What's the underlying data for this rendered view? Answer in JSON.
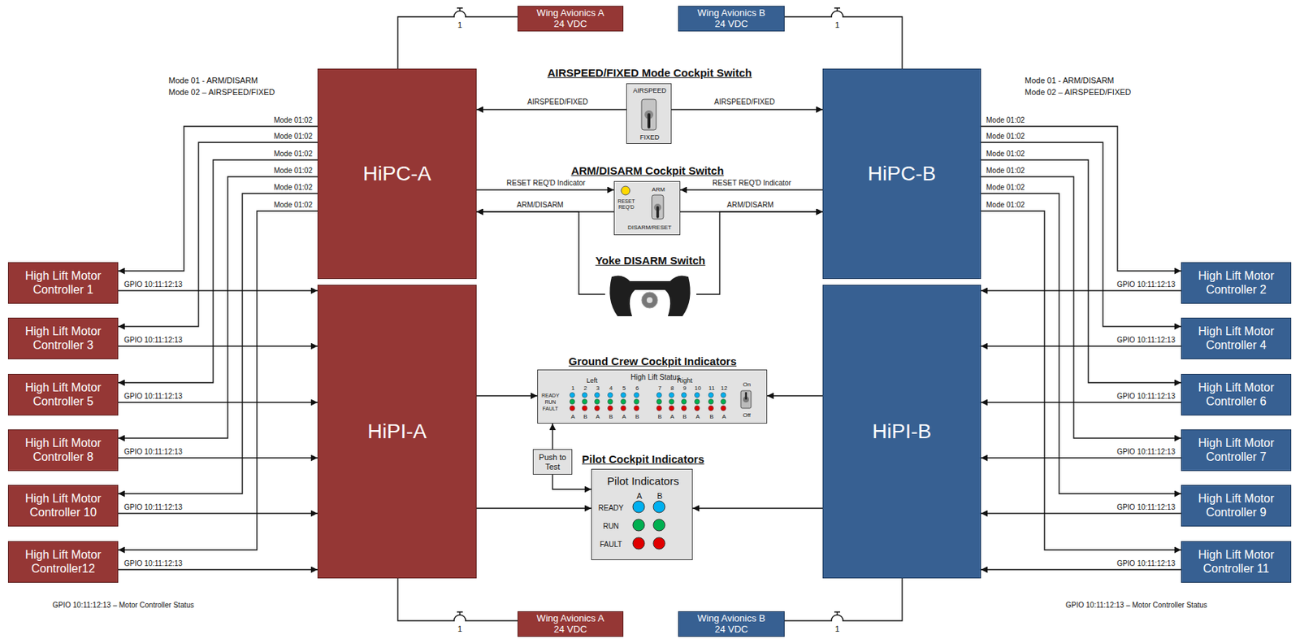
{
  "diagram": {
    "nodes": [
      {
        "text": [
          "Wing Avionics A 24 VDC"
        ]
      },
      {
        "text": [
          "Wing Avionics B 24 VDC"
        ]
      },
      {
        "text": [
          "HiPC-A"
        ]
      },
      {
        "text": [
          "AIRSPEED/FIXED Mode Cockpit Switch",
          "AIRSPEED",
          "FIXED"
        ]
      },
      {
        "text": [
          "HiPC-B"
        ]
      },
      {
        "text": [
          "ARM/DISARM Cockpit Switch",
          "RESET REQ'D",
          "ARM",
          "DISARM/RESET"
        ]
      },
      {
        "text": [
          "Yoke DISARM Switch"
        ]
      },
      {
        "text": [
          "High Lift Motor Controller 1"
        ]
      },
      {
        "text": [
          "HiPI-A"
        ]
      },
      {
        "text": [
          "HiPI-B"
        ]
      },
      {
        "text": [
          "High Lift Motor Controller 2"
        ]
      },
      {
        "text": [
          "High Lift Motor Controller 3"
        ]
      },
      {
        "text": [
          "High Lift Motor Controller 4"
        ]
      },
      {
        "text": [
          "Ground Crew Cockpit Indicators",
          "High Lift Status",
          "Left",
          "Right",
          "On",
          "Off",
          "READY",
          "RUN",
          "FAULT",
          "1",
          "2",
          "3",
          "4",
          "5",
          "6",
          "7",
          "8",
          "9",
          "10",
          "11",
          "12",
          "A",
          "B",
          "A",
          "B",
          "A",
          "B",
          "B",
          "A",
          "B",
          "A",
          "B",
          "A"
        ]
      },
      {
        "text": [
          "High Lift Motor Controller 5"
        ]
      },
      {
        "text": [
          "High Lift Motor Controller 6"
        ]
      },
      {
        "text": [
          "Push to Test"
        ]
      },
      {
        "text": [
          "Pilot Cockpit Indicators",
          "Pilot Indicators",
          "A",
          "B",
          "READY",
          "RUN",
          "FAULT"
        ]
      },
      {
        "text": [
          "High Lift Motor Controller 8"
        ]
      },
      {
        "text": [
          "High Lift Motor Controller 7"
        ]
      },
      {
        "text": [
          "High Lift Motor Controller 10"
        ]
      },
      {
        "text": [
          "High Lift Motor Controller 9"
        ]
      },
      {
        "text": [
          "High Lift Motor Controller12"
        ]
      },
      {
        "text": [
          "High Lift Motor Controller 11"
        ]
      },
      {
        "text": [
          "Wing Avionics A 24 VDC"
        ]
      },
      {
        "text": [
          "Wing Avionics B 24 VDC"
        ]
      }
    ],
    "edges": [
      {
        "from": 2,
        "to": 0,
        "arrow": "none"
      },
      {
        "from": 4,
        "to": 1,
        "arrow": "none"
      },
      {
        "from": 3,
        "to": 2,
        "label": "AIRSPEED/FIXED",
        "arrow": "to"
      },
      {
        "from": 3,
        "to": 4,
        "label": "AIRSPEED/FIXED",
        "arrow": "to"
      },
      {
        "from": 2,
        "to": 5,
        "label": "RESET REQ'D Indicator",
        "arrow": "to"
      },
      {
        "from": 4,
        "to": 5,
        "label": "RESET REQ'D Indicator",
        "arrow": "to"
      },
      {
        "from": 5,
        "to": 2,
        "label": "ARM/DISARM",
        "arrow": "to"
      },
      {
        "from": 5,
        "to": 4,
        "label": "ARM/DISARM",
        "arrow": "to"
      },
      {
        "from": 6,
        "to": 2,
        "arrow": "to"
      },
      {
        "from": 6,
        "to": 4,
        "arrow": "to"
      },
      {
        "from": 2,
        "to": 7,
        "label": "Mode 01:02",
        "arrow": "to"
      },
      {
        "from": 2,
        "to": 11,
        "label": "Mode 01:02",
        "arrow": "to"
      },
      {
        "from": 2,
        "to": 14,
        "label": "Mode 01:02",
        "arrow": "to"
      },
      {
        "from": 2,
        "to": 18,
        "label": "Mode 01:02",
        "arrow": "to"
      },
      {
        "from": 2,
        "to": 20,
        "label": "Mode 01:02",
        "arrow": "to"
      },
      {
        "from": 2,
        "to": 22,
        "label": "Mode 01:02",
        "arrow": "to"
      },
      {
        "from": 4,
        "to": 10,
        "label": "Mode 01:02",
        "arrow": "to"
      },
      {
        "from": 4,
        "to": 12,
        "label": "Mode 01:02",
        "arrow": "to"
      },
      {
        "from": 4,
        "to": 15,
        "label": "Mode 01:02",
        "arrow": "to"
      },
      {
        "from": 4,
        "to": 19,
        "label": "Mode 01:02",
        "arrow": "to"
      },
      {
        "from": 4,
        "to": 21,
        "label": "Mode 01:02",
        "arrow": "to"
      },
      {
        "from": 4,
        "to": 23,
        "label": "Mode 01:02",
        "arrow": "to"
      },
      {
        "from": 7,
        "to": 8,
        "label": "GPIO 10:11:12:13",
        "arrow": "to"
      },
      {
        "from": 11,
        "to": 8,
        "label": "GPIO 10:11:12:13",
        "arrow": "to"
      },
      {
        "from": 14,
        "to": 8,
        "label": "GPIO 10:11:12:13",
        "arrow": "to"
      },
      {
        "from": 18,
        "to": 8,
        "label": "GPIO 10:11:12:13",
        "arrow": "to"
      },
      {
        "from": 20,
        "to": 8,
        "label": "GPIO 10:11:12:13",
        "arrow": "to"
      },
      {
        "from": 22,
        "to": 8,
        "label": "GPIO 10:11:12:13",
        "arrow": "to"
      },
      {
        "from": 10,
        "to": 9,
        "label": "GPIO 10:11:12:13",
        "arrow": "to"
      },
      {
        "from": 12,
        "to": 9,
        "label": "GPIO 10:11:12:13",
        "arrow": "to"
      },
      {
        "from": 15,
        "to": 9,
        "label": "GPIO 10:11:12:13",
        "arrow": "to"
      },
      {
        "from": 19,
        "to": 9,
        "label": "GPIO 10:11:12:13",
        "arrow": "to"
      },
      {
        "from": 21,
        "to": 9,
        "label": "GPIO 10:11:12:13",
        "arrow": "to"
      },
      {
        "from": 23,
        "to": 9,
        "label": "GPIO 10:11:12:13",
        "arrow": "to"
      },
      {
        "from": 8,
        "to": 13,
        "arrow": "to"
      },
      {
        "from": 9,
        "to": 13,
        "arrow": "to"
      },
      {
        "from": 8,
        "to": 17,
        "arrow": "to"
      },
      {
        "from": 9,
        "to": 17,
        "arrow": "to"
      },
      {
        "from": 16,
        "to": 13,
        "arrow": "to"
      },
      {
        "from": 16,
        "to": 17,
        "arrow": "to"
      },
      {
        "from": 8,
        "to": 24,
        "arrow": "none"
      },
      {
        "from": 9,
        "to": 25,
        "arrow": "none"
      }
    ],
    "labels": [
      "Mode 01 - ARM/DISARM",
      "Mode 02 – AIRSPEED/FIXED",
      "Mode 01 - ARM/DISARM",
      "Mode 02 – AIRSPEED/FIXED",
      "1",
      "1",
      "1",
      "1",
      "GPIO 10:11:12:13 – Motor Controller Status",
      "GPIO 10:11:12:13 – Motor Controller Status"
    ]
  }
}
